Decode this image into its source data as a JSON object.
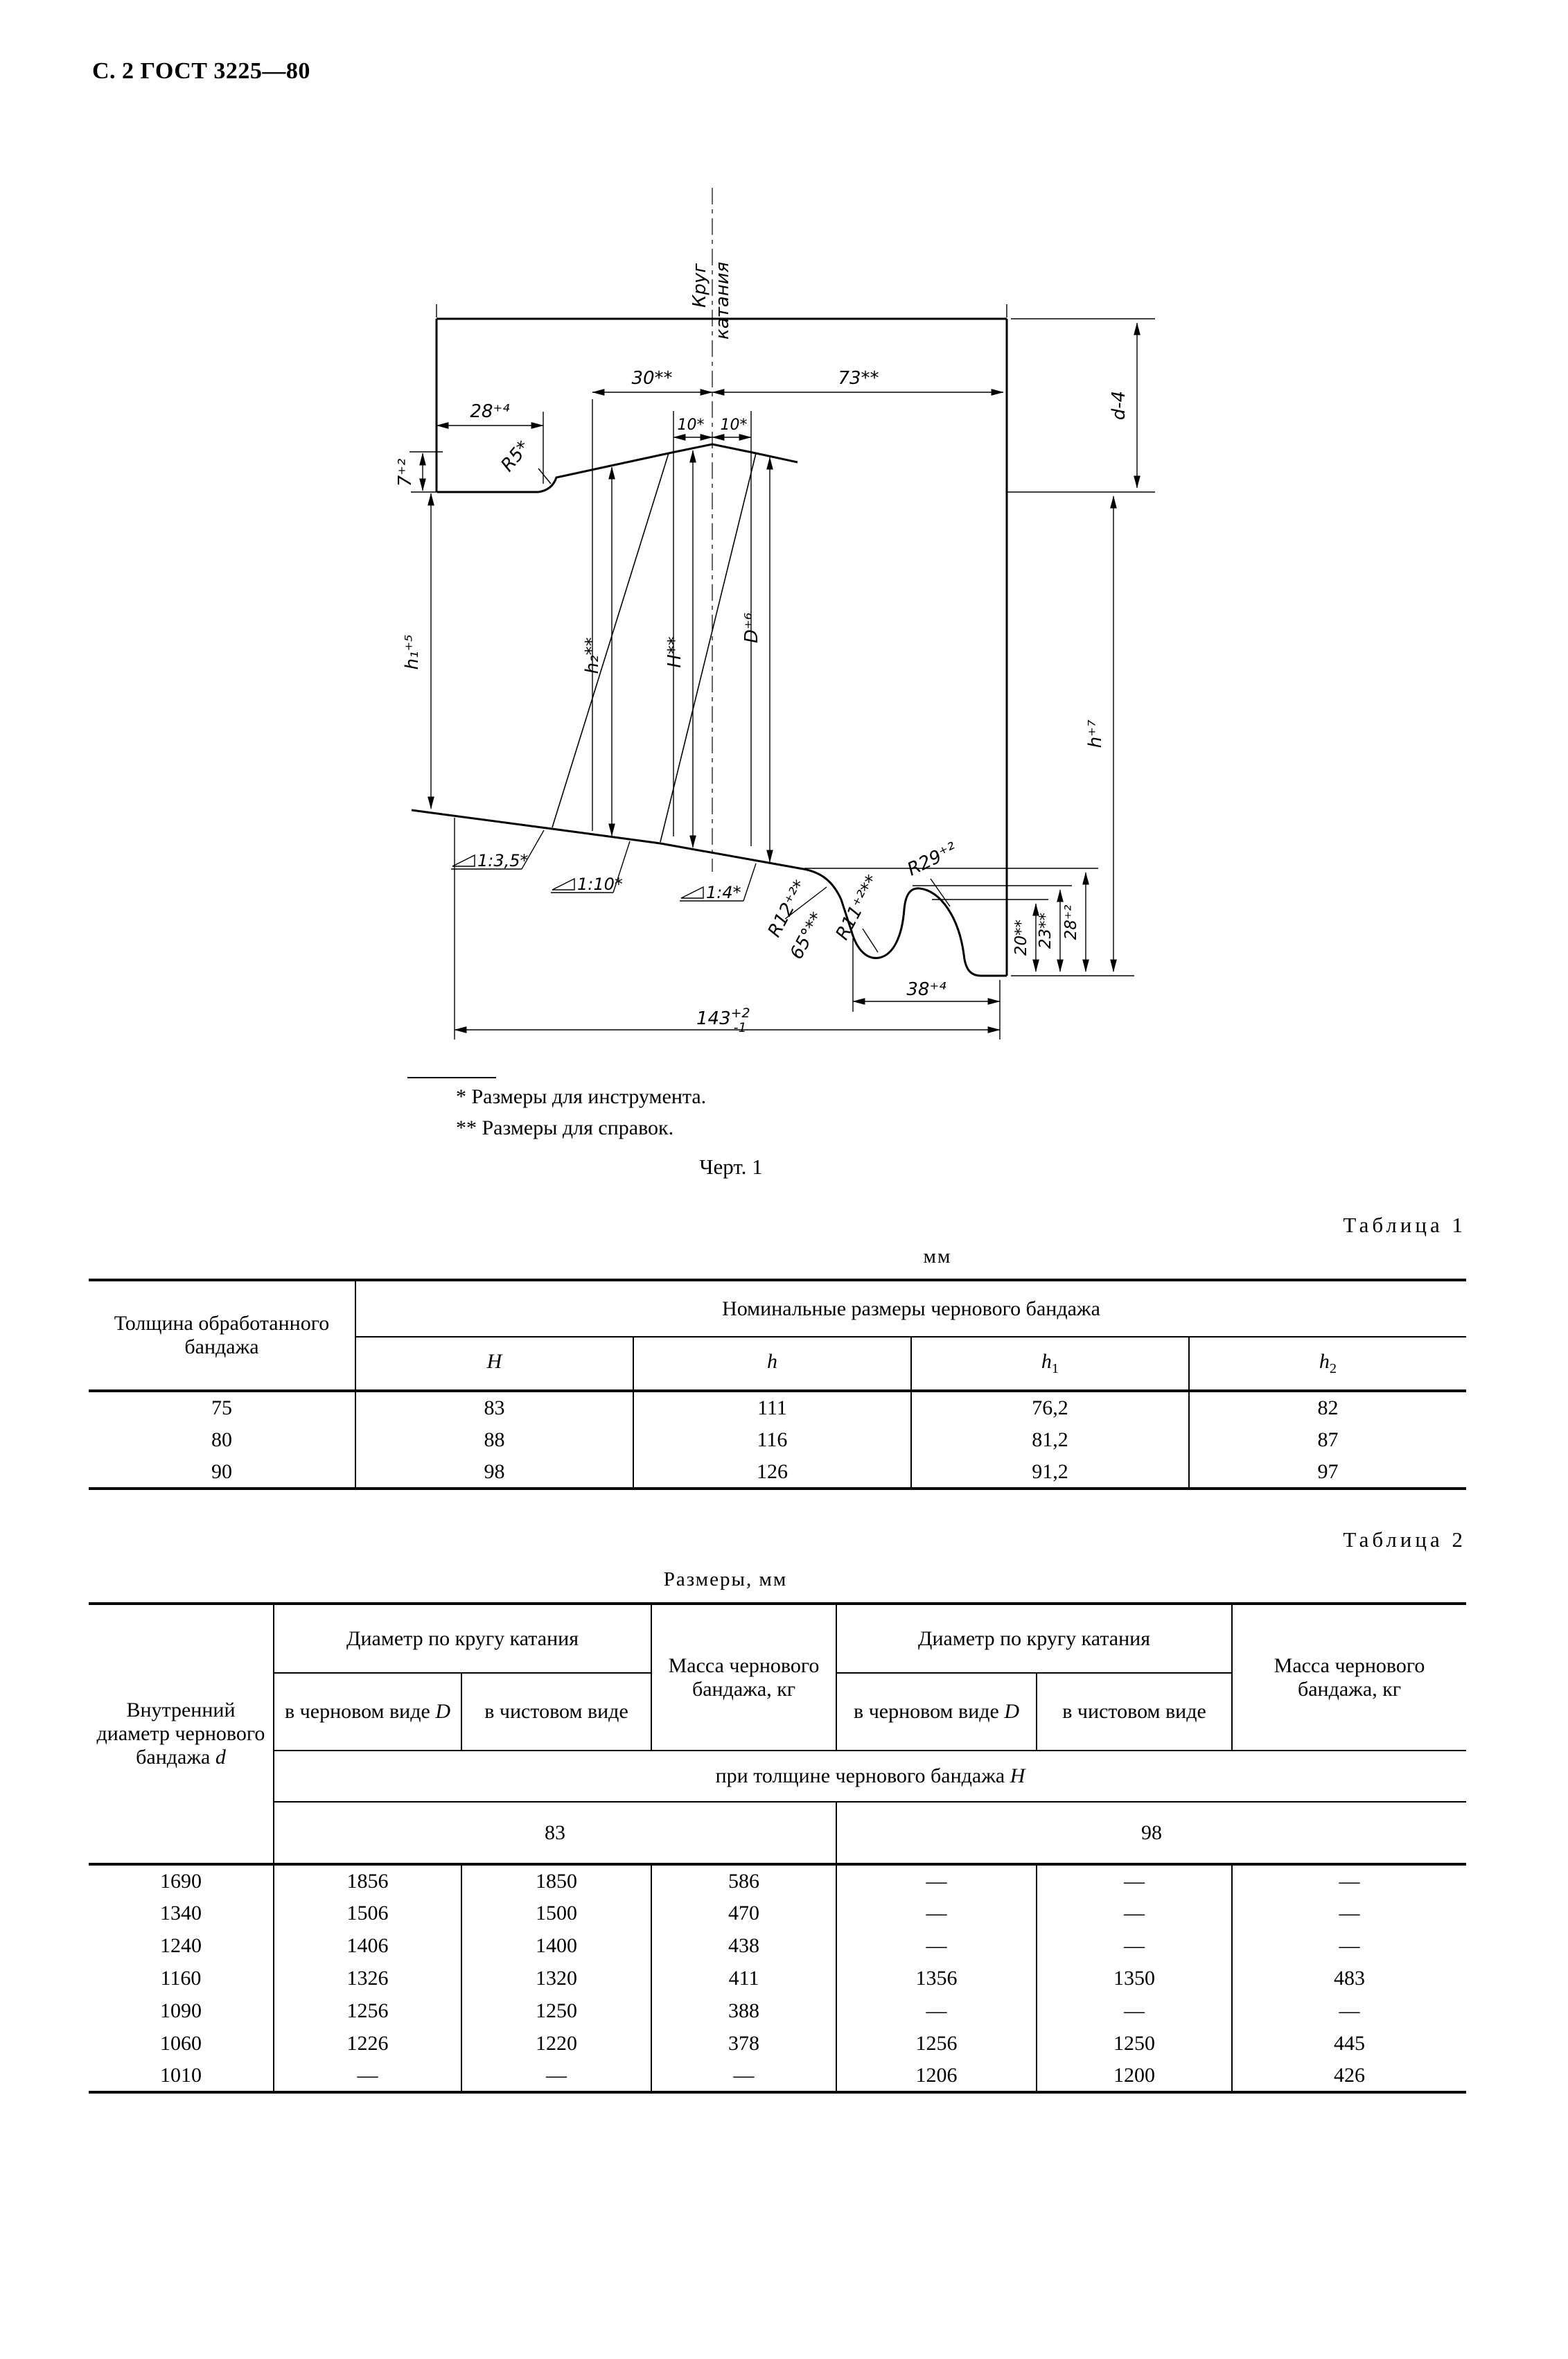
{
  "page": {
    "header": "С. 2 ГОСТ 3225—80"
  },
  "figure": {
    "axis_label_top": "Круг",
    "axis_label_bottom": "катания",
    "labels": {
      "dim_30": "30**",
      "dim_73": "73**",
      "dim_28_4": "28⁺⁴",
      "dim_7_2": "7⁺²",
      "r5": "R5*",
      "dim_10_left": "10*",
      "dim_10_right": "10*",
      "d_minus_4": "d-4",
      "h1_plus5": "h₁⁺⁵",
      "h2_ref": "h₂**",
      "H_ref": "H**",
      "D_plus6": "D⁺⁶",
      "h_plus7": "h⁺⁷",
      "taper_1": "1:3,5*",
      "taper_2": "1:10*",
      "taper_3": "1:4*",
      "r12": "R12⁺²*",
      "angle_65": "65°**",
      "r11": "R11⁺²**",
      "r29": "R29⁺²",
      "dim_20": "20**",
      "dim_23": "23**",
      "dim_28_2": "28⁺²",
      "dim_38": "38⁺⁴",
      "dim_143": "143",
      "dim_143_tol_up": "+2",
      "dim_143_tol_down": "-1"
    },
    "footnote_1": "* Размеры для инструмента.",
    "footnote_2": "** Размеры для справок.",
    "caption": "Черт. 1"
  },
  "table1": {
    "title": "Таблица 1",
    "unit": "мм",
    "col1_header": "Толщина обработанного бандажа",
    "group_header": "Номинальные размеры чернового бандажа",
    "columns": [
      {
        "base": "H",
        "sub": ""
      },
      {
        "base": "h",
        "sub": ""
      },
      {
        "base": "h",
        "sub": "1"
      },
      {
        "base": "h",
        "sub": "2"
      }
    ],
    "rows": [
      [
        "75",
        "83",
        "111",
        "76,2",
        "82"
      ],
      [
        "80",
        "88",
        "116",
        "81,2",
        "87"
      ],
      [
        "90",
        "98",
        "126",
        "91,2",
        "97"
      ]
    ]
  },
  "table2": {
    "title": "Таблица 2",
    "unit": "Размеры, мм",
    "col1_header": "Внутренний диаметр чернового бандажа",
    "col1_var": "d",
    "diameter_group": "Диаметр по кругу катания",
    "rough_label": "в черновом виде",
    "rough_var": "D",
    "finished_label": "в чистовом виде",
    "mass_header": "Масса чернового бандажа, кг",
    "thickness_label": "при толщине чернового бандажа",
    "thickness_var": "H",
    "thickness_83": "83",
    "thickness_98": "98",
    "rows": [
      [
        "1690",
        "1856",
        "1850",
        "586",
        "—",
        "—",
        "—"
      ],
      [
        "1340",
        "1506",
        "1500",
        "470",
        "—",
        "—",
        "—"
      ],
      [
        "1240",
        "1406",
        "1400",
        "438",
        "—",
        "—",
        "—"
      ],
      [
        "1160",
        "1326",
        "1320",
        "411",
        "1356",
        "1350",
        "483"
      ],
      [
        "1090",
        "1256",
        "1250",
        "388",
        "—",
        "—",
        "—"
      ],
      [
        "1060",
        "1226",
        "1220",
        "378",
        "1256",
        "1250",
        "445"
      ],
      [
        "1010",
        "—",
        "—",
        "—",
        "1206",
        "1200",
        "426"
      ]
    ]
  }
}
